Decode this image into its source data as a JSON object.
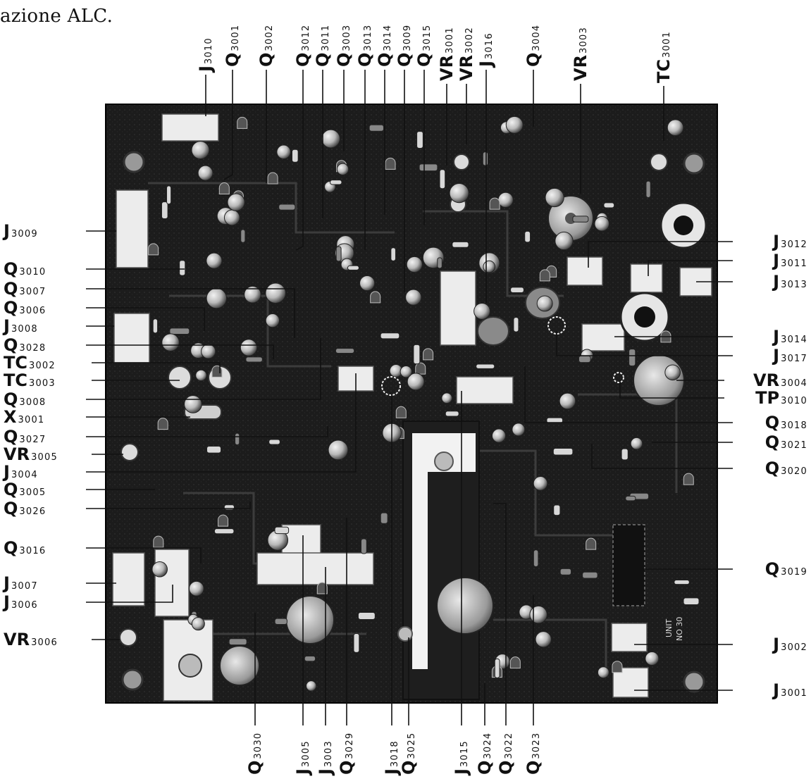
{
  "caption": "azione ALC.",
  "labels": {
    "top": [
      {
        "prefix": "J",
        "num": "3010"
      },
      {
        "prefix": "Q",
        "num": "3001"
      },
      {
        "prefix": "Q",
        "num": "3002"
      },
      {
        "prefix": "Q",
        "num": "3012"
      },
      {
        "prefix": "Q",
        "num": "3011"
      },
      {
        "prefix": "Q",
        "num": "3003"
      },
      {
        "prefix": "Q",
        "num": "3013"
      },
      {
        "prefix": "Q",
        "num": "3014"
      },
      {
        "prefix": "Q",
        "num": "3009"
      },
      {
        "prefix": "Q",
        "num": "3015"
      },
      {
        "prefix": "VR",
        "num": "3001"
      },
      {
        "prefix": "VR",
        "num": "3002"
      },
      {
        "prefix": "J",
        "num": "3016"
      },
      {
        "prefix": "Q",
        "num": "3004"
      },
      {
        "prefix": "VR",
        "num": "3003"
      },
      {
        "prefix": "TC",
        "num": "3001"
      }
    ],
    "left": [
      {
        "prefix": "J",
        "num": "3009"
      },
      {
        "prefix": "Q",
        "num": "3010"
      },
      {
        "prefix": "Q",
        "num": "3007"
      },
      {
        "prefix": "Q",
        "num": "3006"
      },
      {
        "prefix": "J",
        "num": "3008"
      },
      {
        "prefix": "Q",
        "num": "3028"
      },
      {
        "prefix": "TC",
        "num": "3002"
      },
      {
        "prefix": "TC",
        "num": "3003"
      },
      {
        "prefix": "Q",
        "num": "3008"
      },
      {
        "prefix": "X",
        "num": "3001"
      },
      {
        "prefix": "Q",
        "num": "3027"
      },
      {
        "prefix": "VR",
        "num": "3005"
      },
      {
        "prefix": "J",
        "num": "3004"
      },
      {
        "prefix": "Q",
        "num": "3005"
      },
      {
        "prefix": "Q",
        "num": "3026"
      },
      {
        "prefix": "Q",
        "num": "3016"
      },
      {
        "prefix": "J",
        "num": "3007"
      },
      {
        "prefix": "J",
        "num": "3006"
      },
      {
        "prefix": "VR",
        "num": "3006"
      }
    ],
    "right": [
      {
        "prefix": "J",
        "num": "3012"
      },
      {
        "prefix": "J",
        "num": "3011"
      },
      {
        "prefix": "J",
        "num": "3013"
      },
      {
        "prefix": "J",
        "num": "3014"
      },
      {
        "prefix": "J",
        "num": "3017"
      },
      {
        "prefix": "VR",
        "num": "3004"
      },
      {
        "prefix": "TP",
        "num": "3010"
      },
      {
        "prefix": "Q",
        "num": "3018"
      },
      {
        "prefix": "Q",
        "num": "3021"
      },
      {
        "prefix": "Q",
        "num": "3020"
      },
      {
        "prefix": "Q",
        "num": "3019"
      },
      {
        "prefix": "J",
        "num": "3002"
      },
      {
        "prefix": "J",
        "num": "3001"
      }
    ],
    "bottom": [
      {
        "prefix": "Q",
        "num": "3030"
      },
      {
        "prefix": "J",
        "num": "3005"
      },
      {
        "prefix": "J",
        "num": "3003"
      },
      {
        "prefix": "Q",
        "num": "3029"
      },
      {
        "prefix": "J",
        "num": "3018"
      },
      {
        "prefix": "Q",
        "num": "3025"
      },
      {
        "prefix": "J",
        "num": "3015"
      },
      {
        "prefix": "Q",
        "num": "3024"
      },
      {
        "prefix": "Q",
        "num": "3022"
      },
      {
        "prefix": "Q",
        "num": "3023"
      }
    ]
  },
  "board_markings": {
    "unit_text": "UNIT",
    "unit_no": "NO 30"
  }
}
